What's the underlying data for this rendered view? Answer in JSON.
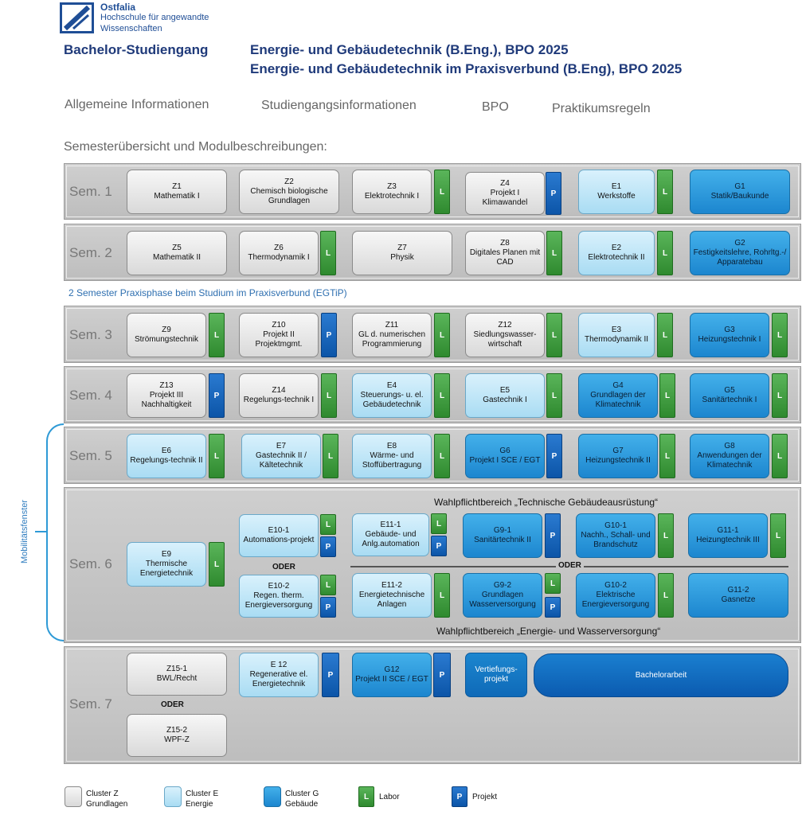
{
  "header": {
    "logo_name": "Ostfalia",
    "logo_sub1": "Hochschule für angewandte",
    "logo_sub2": "Wissenschaften",
    "degree_label": "Bachelor-Studiengang",
    "program_line1": "Energie- und Gebäudetechnik (B.Eng.), BPO 2025",
    "program_line2": "Energie- und Gebäudetechnik im Praxisverbund (B.Eng), BPO 2025"
  },
  "nav": {
    "allgemein": "Allgemeine Informationen",
    "studiengang": "Studiengangsinformationen",
    "bpo": "BPO",
    "praktikum": "Praktikumsregeln"
  },
  "subheading": "Semesterübersicht und Modulbeschreibungen:",
  "praxis_note": "2 Semester Praxisphase beim Studium im Praxisverbund (EGTiP)",
  "semesters": {
    "s1": "Sem. 1",
    "s2": "Sem. 2",
    "s3": "Sem. 3",
    "s4": "Sem. 4",
    "s5": "Sem. 5",
    "s6": "Sem. 6",
    "s7": "Sem. 7"
  },
  "modules": {
    "z1": {
      "code": "Z1",
      "name": "Mathematik I"
    },
    "z2": {
      "code": "Z2",
      "name": "Chemisch biologische Grundlagen"
    },
    "z3": {
      "code": "Z3",
      "name": "Elektrotechnik I"
    },
    "z4": {
      "code": "Z4",
      "name": "Projekt I Klimawandel"
    },
    "e1": {
      "code": "E1",
      "name": "Werkstoffe"
    },
    "g1": {
      "code": "G1",
      "name": "Statik/Baukunde"
    },
    "z5": {
      "code": "Z5",
      "name": "Mathematik II"
    },
    "z6": {
      "code": "Z6",
      "name": "Thermodynamik I"
    },
    "z7": {
      "code": "Z7",
      "name": "Physik"
    },
    "z8": {
      "code": "Z8",
      "name": "Digitales Planen mit CAD"
    },
    "e2": {
      "code": "E2",
      "name": "Elektrotechnik II"
    },
    "g2": {
      "code": "G2",
      "name": "Festigkeitslehre, Rohrltg.-/ Apparatebau"
    },
    "z9": {
      "code": "Z9",
      "name": "Strömungstechnik"
    },
    "z10": {
      "code": "Z10",
      "name": "Projekt II Projektmgmt."
    },
    "z11": {
      "code": "Z11",
      "name": "GL d. numerischen Programmierung"
    },
    "z12": {
      "code": "Z12",
      "name": "Siedlungswasser-wirtschaft"
    },
    "e3": {
      "code": "E3",
      "name": "Thermodynamik II"
    },
    "g3": {
      "code": "G3",
      "name": "Heizungstechnik I"
    },
    "z13": {
      "code": "Z13",
      "name": "Projekt III Nachhaltigkeit"
    },
    "z14": {
      "code": "Z14",
      "name": "Regelungs-technik I"
    },
    "e4": {
      "code": "E4",
      "name": "Steuerungs- u. el. Gebäudetechnik"
    },
    "e5": {
      "code": "E5",
      "name": "Gastechnik I"
    },
    "g4": {
      "code": "G4",
      "name": "Grundlagen der Klimatechnik"
    },
    "g5": {
      "code": "G5",
      "name": "Sanitärtechnik I"
    },
    "e6": {
      "code": "E6",
      "name": "Regelungs-technik II"
    },
    "e7": {
      "code": "E7",
      "name": "Gastechnik II / Kältetechnik"
    },
    "e8": {
      "code": "E8",
      "name": "Wärme- und Stoffübertragung"
    },
    "g6": {
      "code": "G6",
      "name": "Projekt I SCE / EGT"
    },
    "g7": {
      "code": "G7",
      "name": "Heizungstechnik II"
    },
    "g8": {
      "code": "G8",
      "name": "Anwendungen der Klimatechnik"
    },
    "e9": {
      "code": "E9",
      "name": "Thermische Energietechnik"
    },
    "e10_1": {
      "code": "E10-1",
      "name": "Automations-projekt"
    },
    "e10_2": {
      "code": "E10-2",
      "name": "Regen. therm. Energieversorgung"
    },
    "e11_1": {
      "code": "E11-1",
      "name": "Gebäude- und Anlg.automation"
    },
    "e11_2": {
      "code": "E11-2",
      "name": "Energietechnische Anlagen"
    },
    "g9_1": {
      "code": "G9-1",
      "name": "Sanitärtechnik II"
    },
    "g9_2": {
      "code": "G9-2",
      "name": "Grundlagen Wasserversorgung"
    },
    "g10_1": {
      "code": "G10-1",
      "name": "Nachh., Schall- und Brandschutz"
    },
    "g10_2": {
      "code": "G10-2",
      "name": "Elektrische Energieversorgung"
    },
    "g11_1": {
      "code": "G11-1",
      "name": "Heizungtechnik III"
    },
    "g11_2": {
      "code": "G11-2",
      "name": "Gasnetze"
    },
    "z15_1": {
      "code": "Z15-1",
      "name": "BWL/Recht"
    },
    "z15_2": {
      "code": "Z15-2",
      "name": "WPF-Z"
    },
    "e12": {
      "code": "E 12",
      "name": "Regenerative el. Energietechnik"
    },
    "g12": {
      "code": "G12",
      "name": "Projekt II SCE / EGT"
    },
    "vertiefung": {
      "name": "Vertiefungs-projekt"
    },
    "bachelor": {
      "name": "Bachelorarbeit"
    }
  },
  "tags": {
    "labor": "L",
    "projekt": "P"
  },
  "oder": "ODER",
  "wpf_top": "Wahlpflichtbereich „Technische Gebäudeausrüstung“",
  "wpf_bottom": "Wahlpflichtbereich „Energie- und Wasserversorgung“",
  "mobility": "Mobilitätsfenster",
  "legend": {
    "z_line1": "Cluster Z",
    "z_line2": "Grundlagen",
    "e_line1": "Cluster E",
    "e_line2": "Energie",
    "g_line1": "Cluster G",
    "g_line2": "Gebäude",
    "labor": "Labor",
    "projekt": "Projekt"
  },
  "colors": {
    "cluster_z": "#e6e6e6",
    "cluster_e": "#bfe6f8",
    "cluster_g": "#2b9ade",
    "labor": "#3a9a3a",
    "projekt": "#1565c0",
    "title": "#1f3a7a"
  }
}
